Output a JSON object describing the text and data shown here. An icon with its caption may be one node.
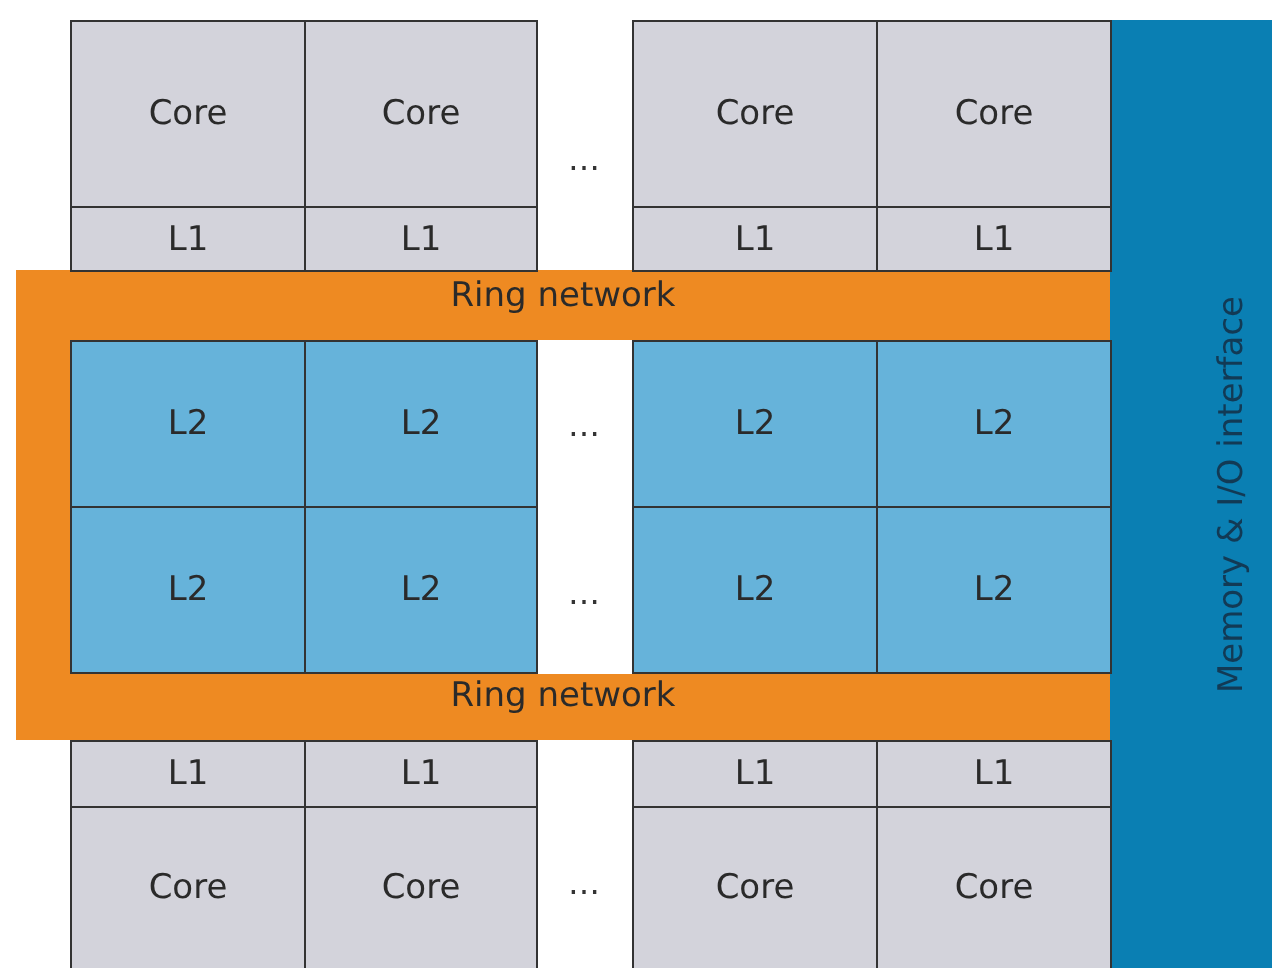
{
  "diagram": {
    "nodes": [
      {
        "text": [
          "Core"
        ]
      },
      {
        "text": [
          "Core"
        ]
      },
      {
        "text": [
          "Core"
        ]
      },
      {
        "text": [
          "Core"
        ]
      },
      {
        "text": [
          "L1"
        ]
      },
      {
        "text": [
          "L1"
        ]
      },
      {
        "text": [
          "L1"
        ]
      },
      {
        "text": [
          "L1"
        ]
      },
      {
        "text": [
          "Ring network",
          "Ring network"
        ]
      },
      {
        "text": [
          "L2"
        ],
        "in": 8
      },
      {
        "text": [
          "L2"
        ],
        "in": 8
      },
      {
        "text": [
          "L2"
        ],
        "in": 8
      },
      {
        "text": [
          "L2"
        ],
        "in": 8
      },
      {
        "text": [
          "L2"
        ],
        "in": 8
      },
      {
        "text": [
          "L2"
        ],
        "in": 8
      },
      {
        "text": [
          "L2"
        ],
        "in": 8
      },
      {
        "text": [
          "L2"
        ],
        "in": 8
      },
      {
        "text": [
          "L1"
        ]
      },
      {
        "text": [
          "L1"
        ]
      },
      {
        "text": [
          "L1"
        ]
      },
      {
        "text": [
          "L1"
        ]
      },
      {
        "text": [
          "Core"
        ]
      },
      {
        "text": [
          "Core"
        ]
      },
      {
        "text": [
          "Core"
        ]
      },
      {
        "text": [
          "Core"
        ]
      },
      {
        "text": [
          "Memory & I/O interface"
        ]
      }
    ],
    "edges": [],
    "labels": [
      "…",
      "…",
      "…",
      "…"
    ]
  }
}
